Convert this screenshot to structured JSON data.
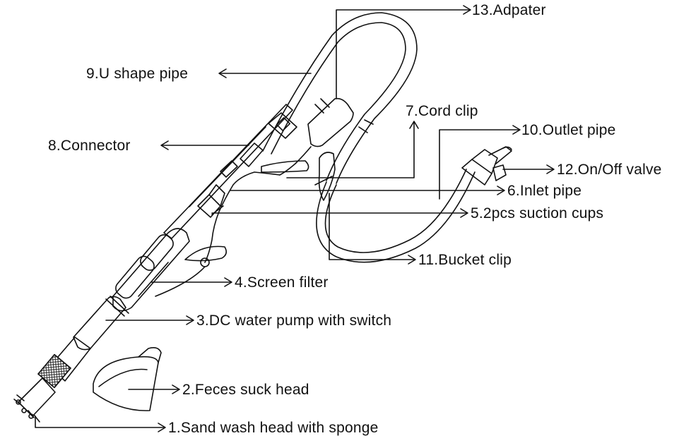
{
  "labels": {
    "l13": "13.Adpater",
    "l9": "9.U shape pipe",
    "l7": "7.Cord clip",
    "l10": "10.Outlet pipe",
    "l8": "8.Connector",
    "l12": "12.On/Off valve",
    "l6": "6.Inlet pipe",
    "l5": "5.2pcs suction cups",
    "l11": "11.Bucket clip",
    "l4": "4.Screen filter",
    "l3": "3.DC water pump with switch",
    "l2": "2.Feces suck head",
    "l1": "1.Sand wash head with sponge"
  },
  "colors": {
    "line": "#111111",
    "background": "#ffffff"
  }
}
